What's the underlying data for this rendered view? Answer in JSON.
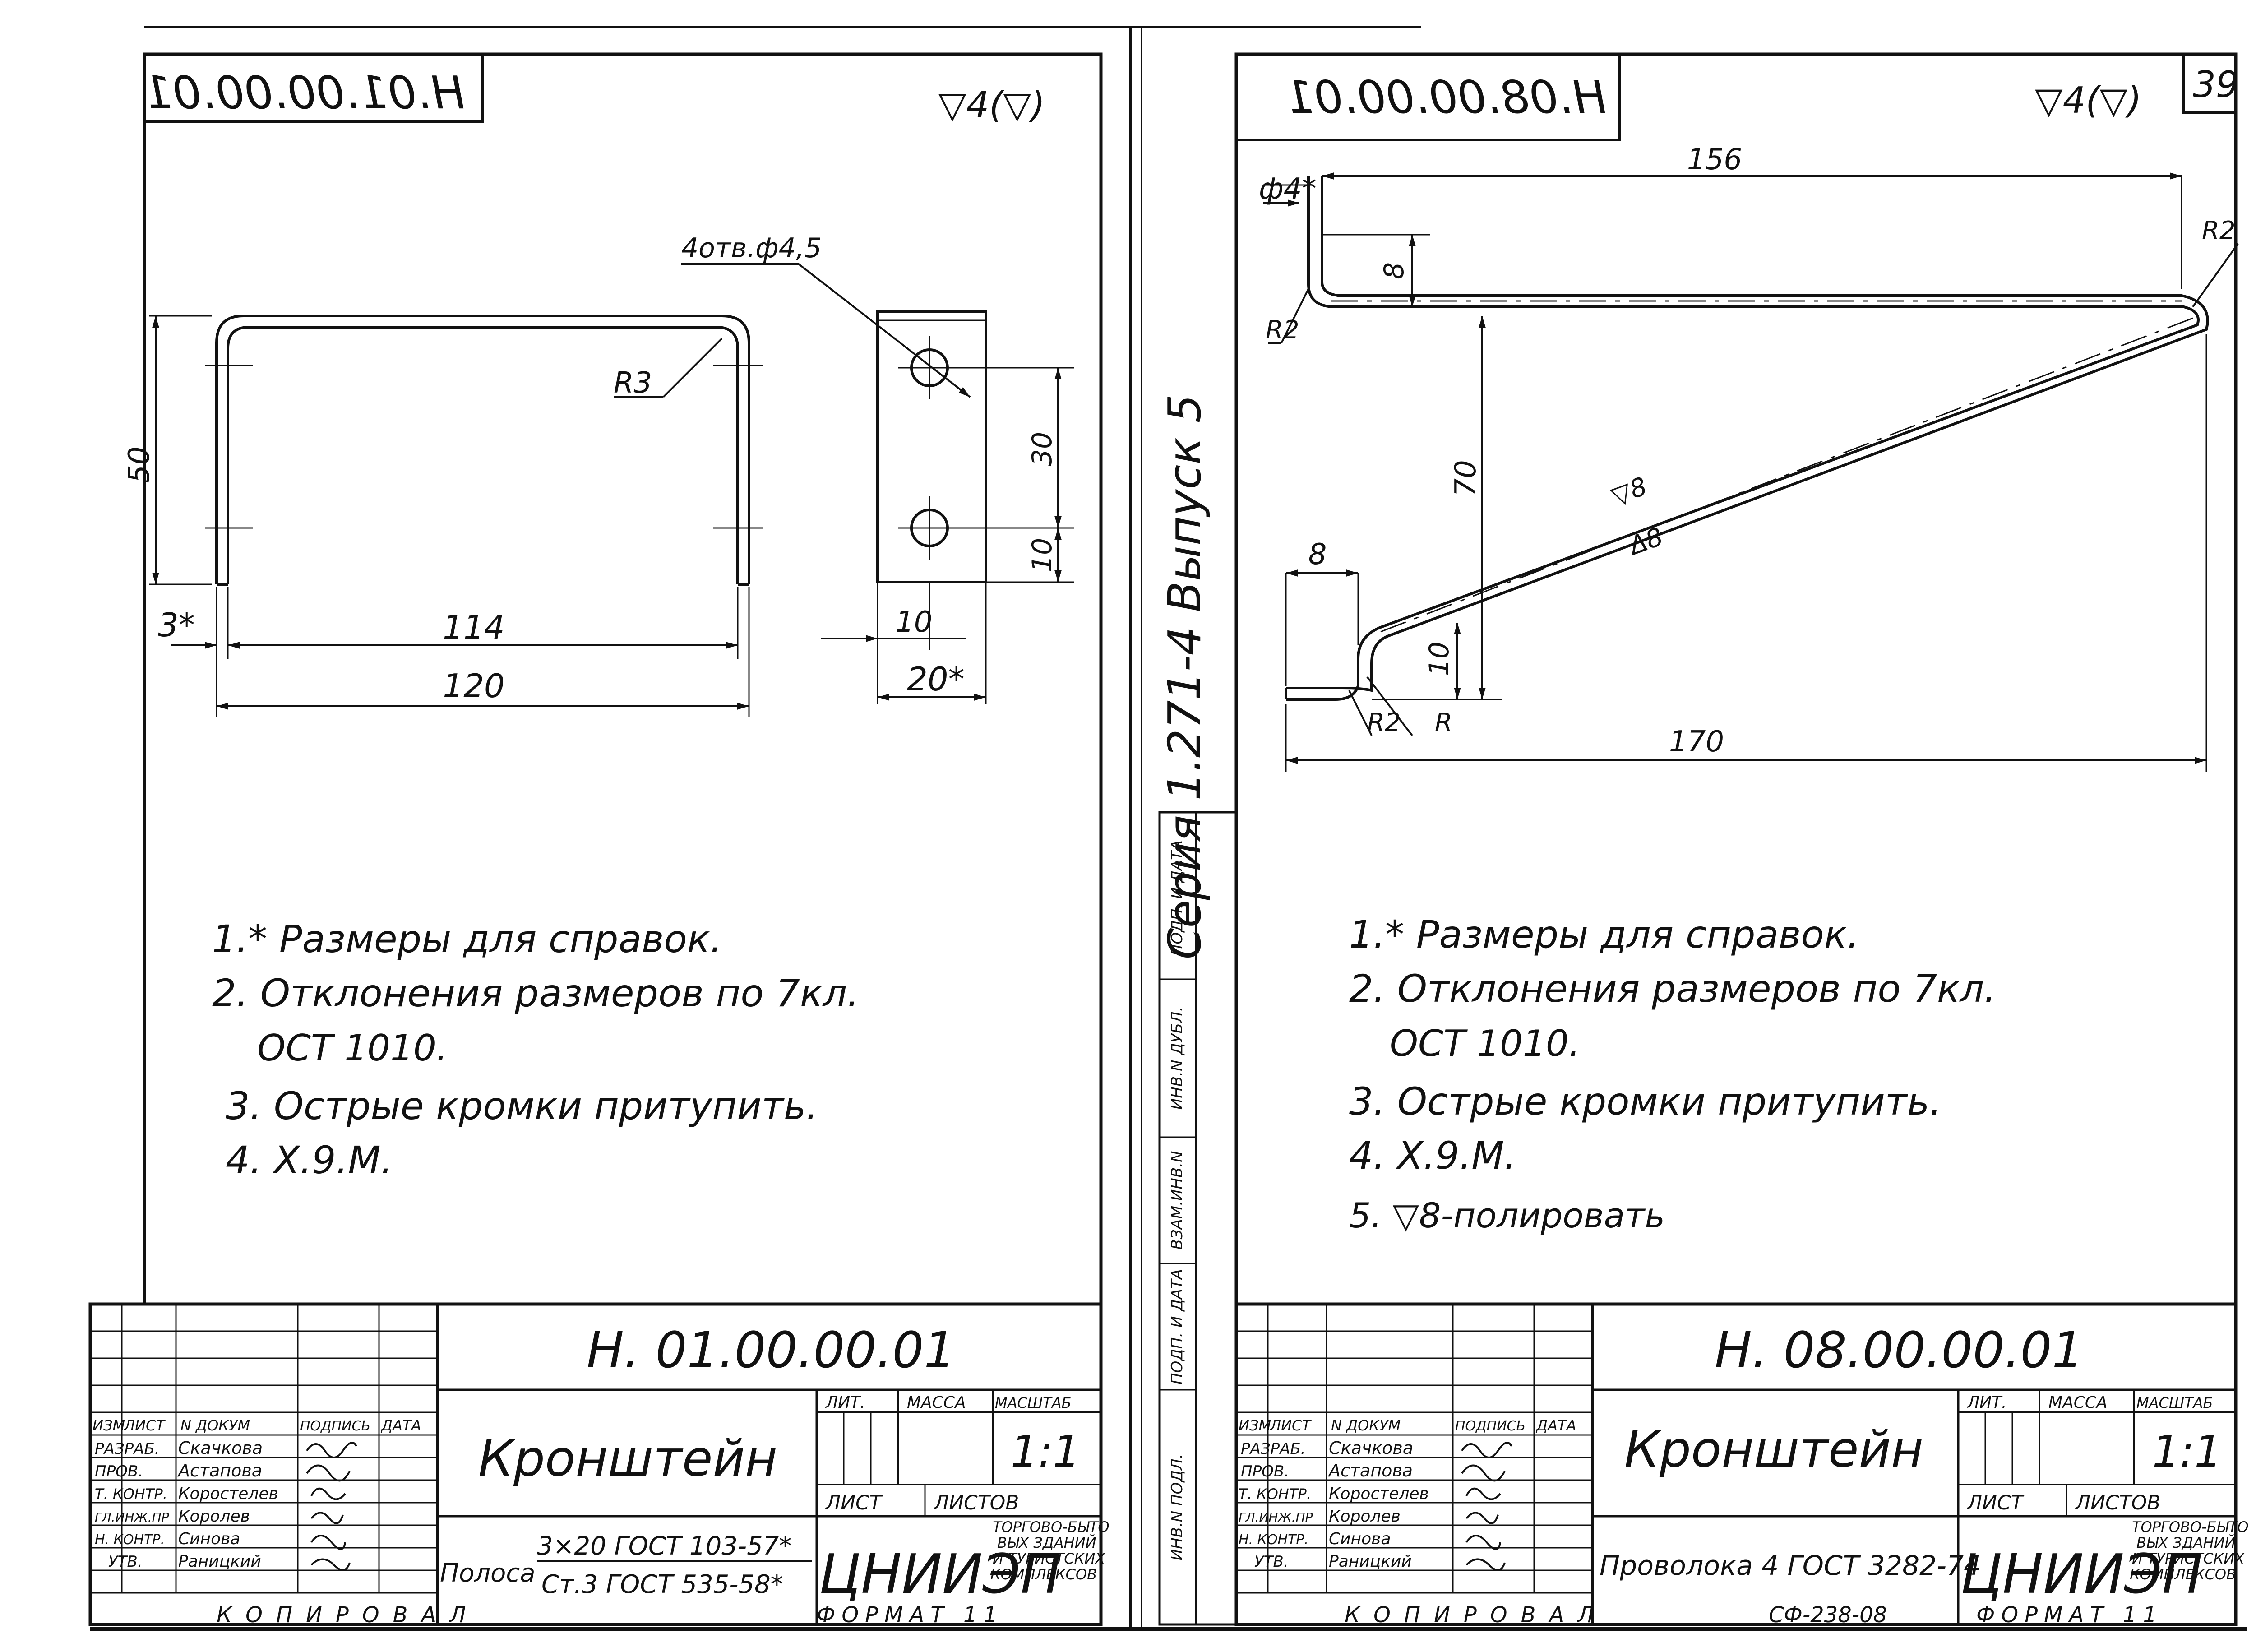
{
  "page_number": "39",
  "surface_symbol": "▽4(▽)",
  "side_stamp": {
    "series": "Серия 1.271-4 Выпуск 5",
    "columns": [
      "ИНВ.N ПОДЛ.",
      "ПОДП. И ДАТА",
      "ВЗАМ.ИНВ.N",
      "ИНВ.N ДУБЛ.",
      "ПОДП. И ДАТА"
    ]
  },
  "left_sheet": {
    "designation_mirrored": "Н.01.00.00.01",
    "callouts": {
      "holes": "4отв.ф4,5",
      "radius": "R3",
      "ref_mark": "3*"
    },
    "dimensions": {
      "height": "50",
      "inner_width": "114",
      "outer_width": "120",
      "hole_spacing": "30",
      "hole_edge": "10",
      "plate_thickness": "10",
      "plate_width": "20*"
    },
    "notes": [
      "1.* Размеры для справок.",
      "2. Отклонения размеров по 7кл.",
      "ОСТ 1010.",
      "3. Острые кромки притупить.",
      "4. Х.9.М."
    ],
    "title_block": {
      "designation": "Н. 01.00.00.01",
      "name": "Кронштейн",
      "material_prefix": "Полоса",
      "material_top": "3×20 ГОСТ 103-57*",
      "material_bottom": "Ст.3 ГОСТ 535-58*",
      "scale": "1:1"
    }
  },
  "right_sheet": {
    "designation_mirrored": "Н.08.00.00.01",
    "callouts": {
      "diameter": "ф4*",
      "r_top_left": "R2",
      "r_top_right": "R2",
      "r_bottom": "R2",
      "r_plain": "R",
      "finish_top": "▽8",
      "finish_bottom": "Δ8"
    },
    "dimensions": {
      "top_length": "156",
      "top_offset": "8",
      "height": "70",
      "bottom_offset": "8",
      "bottom_height": "10",
      "total_length": "170"
    },
    "notes": [
      "1.* Размеры для справок.",
      "2. Отклонения размеров по 7кл.",
      "ОСТ 1010.",
      "3. Острые кромки притупить.",
      "4. Х.9.М.",
      "5. ▽8-полировать"
    ],
    "title_block": {
      "designation": "Н. 08.00.00.01",
      "name": "Кронштейн",
      "material": "Проволока 4 ГОСТ 3282-74",
      "scale": "1:1"
    }
  },
  "title_block_labels": {
    "lit": "ЛИТ.",
    "mass": "МАССА",
    "scale": "МАСШТАБ",
    "sheet": "ЛИСТ",
    "sheets": "ЛИСТОВ",
    "org_short": "ЦНИИЭП",
    "org_full_1": "ТОРГОВО-БЫТО",
    "org_full_2": "ВЫХ ЗДАНИЙ",
    "org_full_3": "И ТУРИСТСКИХ",
    "org_full_4": "КОМПЛЕКСОВ",
    "header": [
      "ИЗМ",
      "ЛИСТ",
      "N ДОКУМ",
      "ПОДПИСЬ",
      "ДАТА"
    ]
  },
  "signatures": {
    "roles": [
      "РАЗРАБ.",
      "ПРОВ.",
      "Т. КОНТР.",
      "ГЛ.ИНЖ.ПР",
      "Н. КОНТР.",
      "УТВ."
    ],
    "names": [
      "Скачкова",
      "Астапова",
      "Коростелев",
      "Королев",
      "Синова",
      "Раницкий"
    ]
  },
  "footer": {
    "copied": "КОПИРОВАЛ",
    "format": "ФОРМАТ 11",
    "code": "СФ-238-08"
  }
}
